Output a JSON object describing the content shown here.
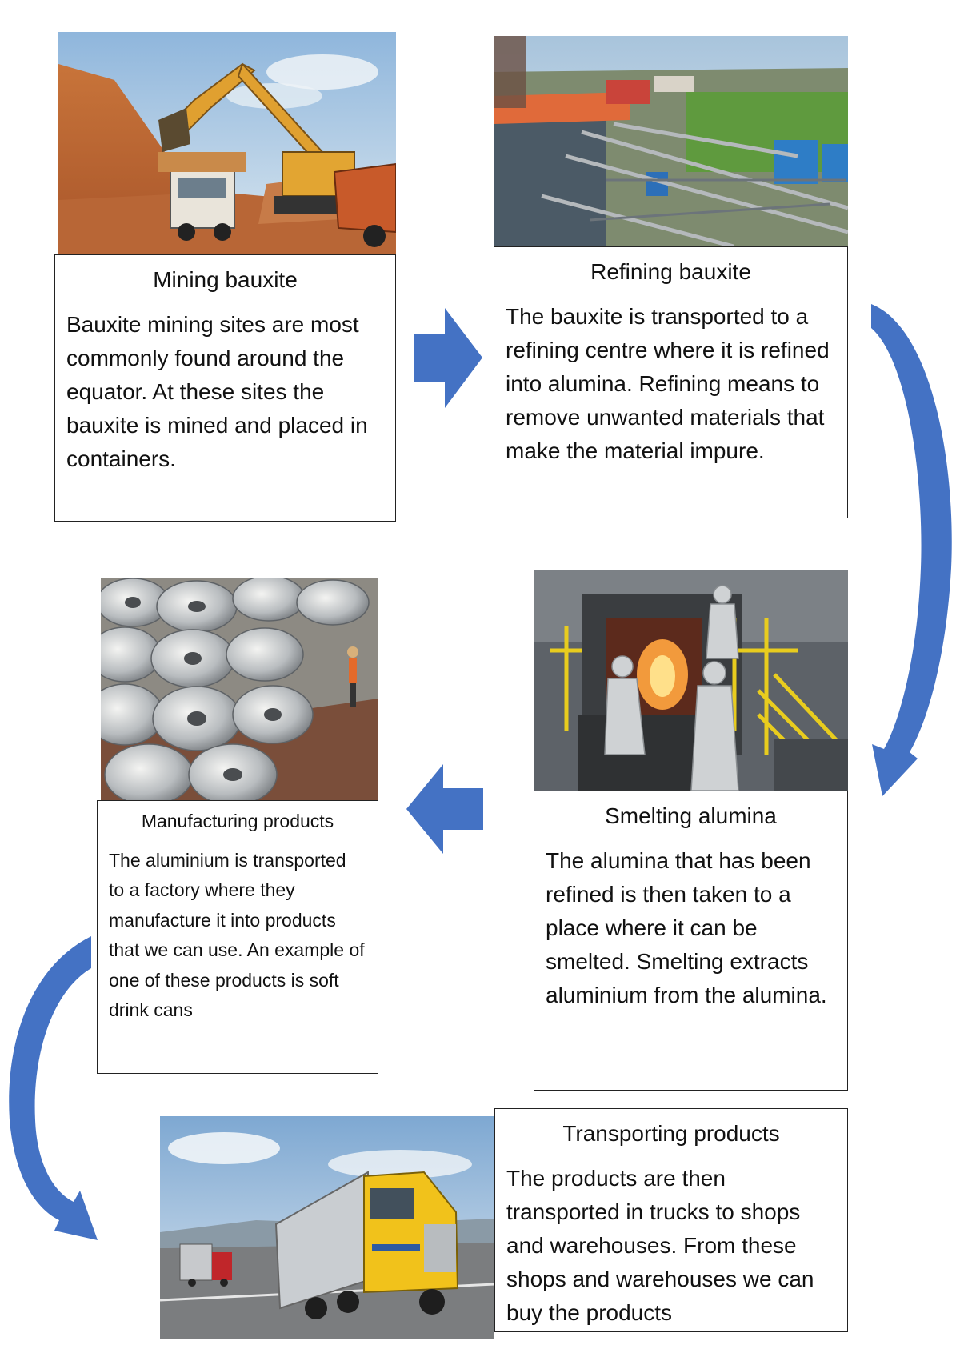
{
  "steps": [
    {
      "heading": "Mining bauxite",
      "body": "Bauxite mining sites are most commonly found around the equator. At these sites the bauxite is mined and placed in containers.",
      "photo": "excavator loading dump truck at red-earth mine"
    },
    {
      "heading": "Refining bauxite",
      "body": "The bauxite is transported to a refining centre where it is refined into alumina. Refining means to remove unwanted materials that make the material impure.",
      "photo": "alumina refinery with pipes and storage tanks"
    },
    {
      "heading": "Smelting alumina",
      "body": "The alumina that has been refined is then taken to a place where it can be smelted. Smelting extracts aluminium from the alumina.",
      "photo": "workers in protective suits at glowing furnace"
    },
    {
      "heading": "Manufacturing products",
      "body": "The aluminium is transported to a factory where they manufacture it into products that we can use. An example of one of these products is soft drink cans",
      "photo": "rolls of aluminium coil in warehouse"
    },
    {
      "heading": "Transporting products",
      "body": "The products are then transported in trucks to shops and warehouses. From these shops and warehouses we can buy the products",
      "photo": "yellow semi-truck on highway"
    }
  ],
  "arrows": {
    "color": "#4472C4",
    "icons": [
      "right-arrow-icon",
      "curved-down-arrow-icon",
      "left-arrow-icon",
      "curved-down-arrow-icon"
    ]
  }
}
